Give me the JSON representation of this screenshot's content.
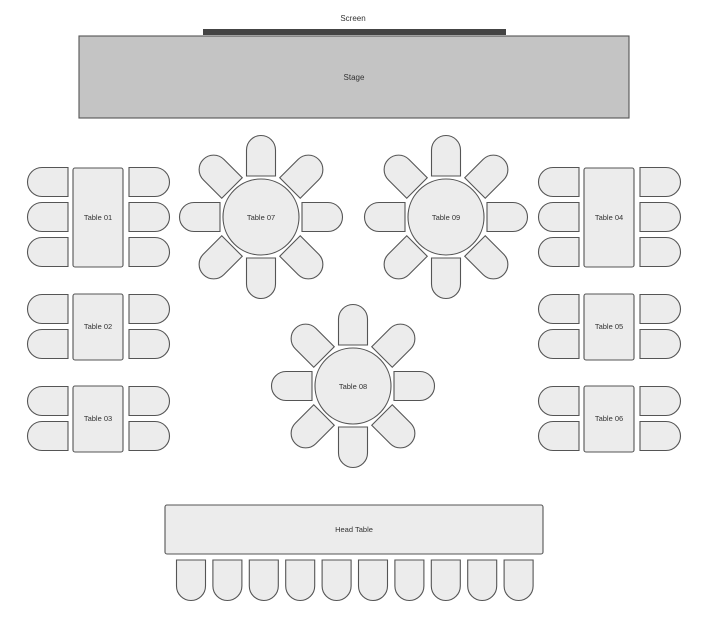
{
  "screen_label": "Screen",
  "stage_label": "Stage",
  "head_table_label": "Head Table",
  "tables": {
    "t01": "Table 01",
    "t02": "Table 02",
    "t03": "Table 03",
    "t04": "Table 04",
    "t05": "Table 05",
    "t06": "Table 06",
    "t07": "Table 07",
    "t08": "Table 08",
    "t09": "Table 09"
  },
  "colors": {
    "stage_fill": "#c4c4c4",
    "screen_bar": "#444444",
    "furniture_fill": "#ececec",
    "outline": "#555555"
  }
}
